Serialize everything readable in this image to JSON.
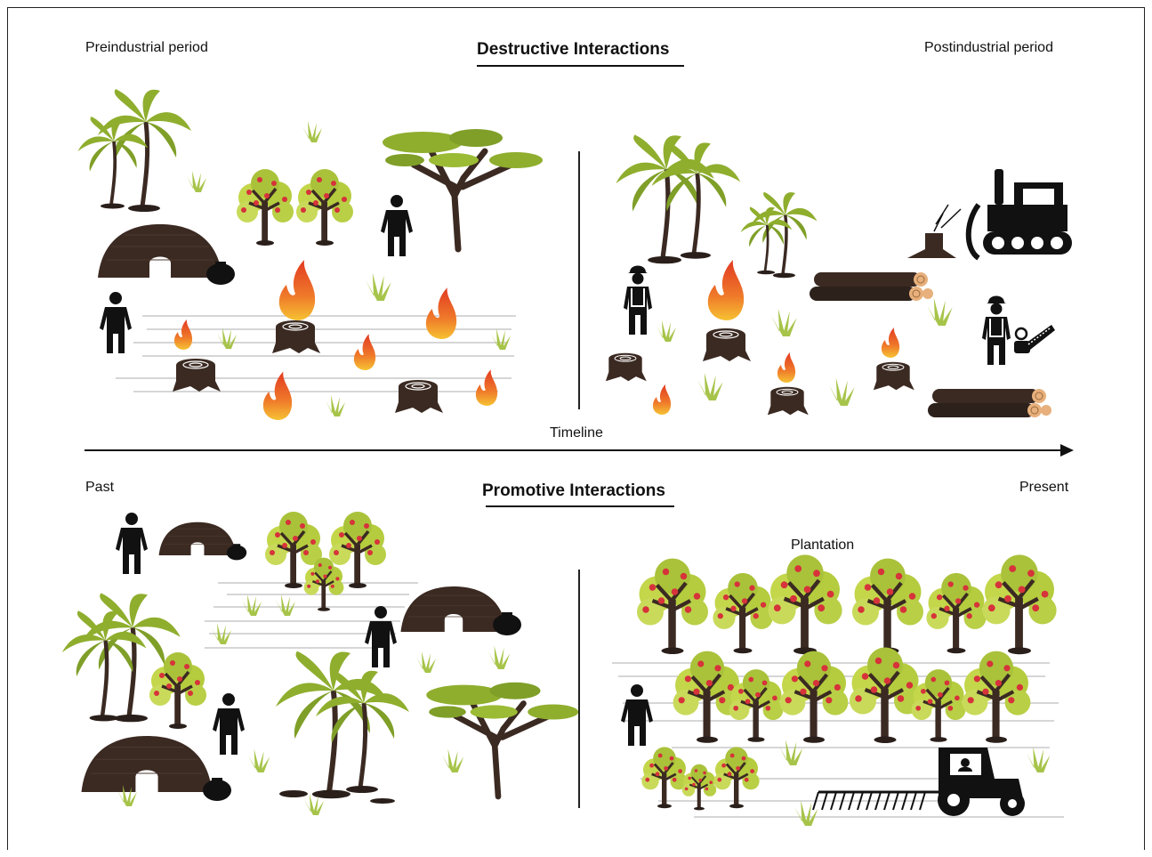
{
  "top": {
    "title": "Destructive Interactions",
    "left_label": "Preindustrial period",
    "right_label": "Postindustrial period"
  },
  "timeline": {
    "label": "Timeline"
  },
  "bottom": {
    "title": "Promotive Interactions",
    "left_label": "Past",
    "right_label": "Present",
    "plantation_label": "Plantation"
  },
  "colors": {
    "foliage": "#8fae2e",
    "trunk": "#3b2a22",
    "fruit": "#d6333a",
    "flame_outer": "#e8542a",
    "flame_inner": "#f3b232",
    "silhouette": "#111111"
  }
}
